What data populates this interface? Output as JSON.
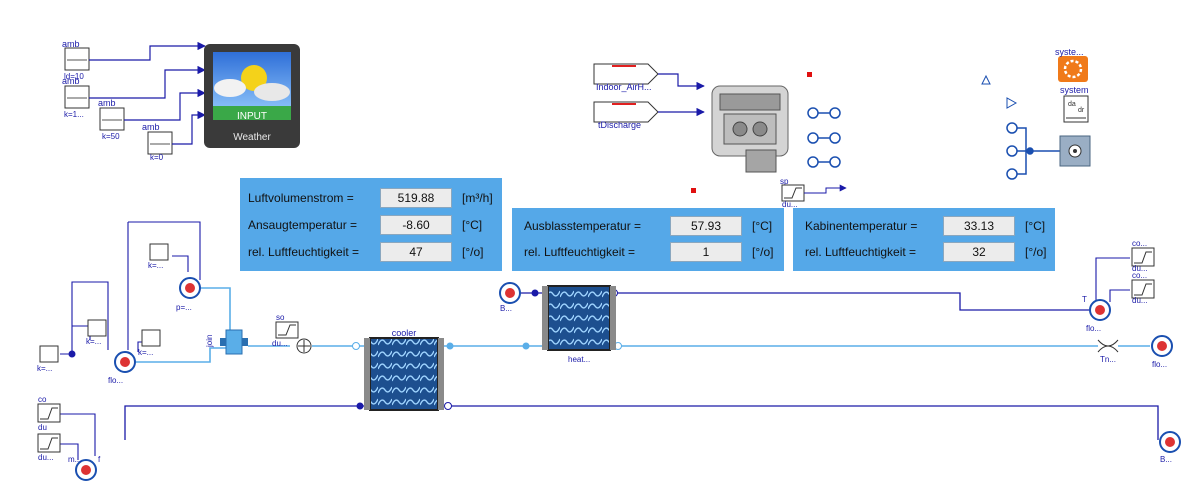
{
  "weather": {
    "label": "INPUT",
    "sublabel": "Weather"
  },
  "blocks": {
    "amb1": "amb",
    "amb1_sub": "ld=10",
    "amb2": "amb",
    "amb2_sub": "k=1...",
    "amb3": "amb",
    "amb3_sub": "k=50",
    "amb4": "amb",
    "amb4_sub": "k=0"
  },
  "engine_inputs": {
    "top": "Indoor_AirH...",
    "bottom": "tDischarge"
  },
  "system": {
    "label1": "syste...",
    "label2": "system"
  },
  "left_loop": {
    "k1": "k=...",
    "k2": "k=...",
    "k3": "k=...",
    "k4": "k=...",
    "p": "p=...",
    "flo": "flo...",
    "join": "join",
    "so": "so",
    "du": "du..."
  },
  "cooler": {
    "label": "cooler"
  },
  "heater": {
    "label": "heat..."
  },
  "right_side": {
    "b_left": "B...",
    "t_label": "T",
    "flo": "flo...",
    "tn": "Tn...",
    "flo2": "flo...",
    "co1": "co...",
    "du1": "du...",
    "co2": "co...",
    "du2": "du..."
  },
  "bottom": {
    "co": "co",
    "du1": "du",
    "du2": "du...",
    "m": "m...",
    "f": "f",
    "b": "B..."
  },
  "mid_sp": {
    "sp": "sp",
    "du": "du..."
  },
  "panel1": {
    "rows": [
      {
        "label": "Luftvolumenstrom  =",
        "value": "519.88",
        "unit": "[m³/h]"
      },
      {
        "label": "Ansaugtemperatur =",
        "value": "-8.60",
        "unit": "[°C]"
      },
      {
        "label": "rel. Luftfeuchtigkeit =",
        "value": "47",
        "unit": "[°/o]"
      }
    ]
  },
  "panel2": {
    "rows": [
      {
        "label": "Ausblasstemperatur =",
        "value": "57.93",
        "unit": "[°C]"
      },
      {
        "label": "rel. Luftfeuchtigkeit    =",
        "value": "1",
        "unit": "[°/o]"
      }
    ]
  },
  "panel3": {
    "rows": [
      {
        "label": "Kabinentemperatur =",
        "value": "33.13",
        "unit": "[°C]"
      },
      {
        "label": "rel. Luftfeuchtigkeit =",
        "value": "32",
        "unit": "[°/o]"
      }
    ]
  },
  "colors": {
    "line": "#1a1aa8",
    "fluid": "#5aaee8",
    "panel": "#55a8e8",
    "pump": "#d33",
    "orange": "#f07a1a"
  }
}
